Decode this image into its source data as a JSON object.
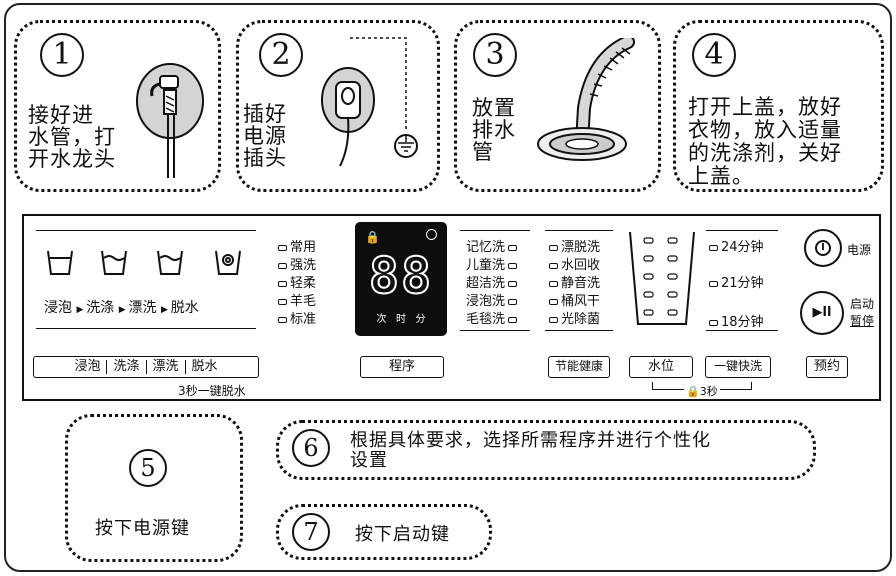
{
  "steps": [
    {
      "num": "1",
      "lines": [
        "接好进",
        "水管，打",
        "开水龙头"
      ]
    },
    {
      "num": "2",
      "lines": [
        "插好",
        "电源",
        "插头"
      ]
    },
    {
      "num": "3",
      "lines": [
        "放置",
        "排水",
        "管"
      ]
    },
    {
      "num": "4",
      "lines": [
        "打开上盖，放好",
        "衣物，放入适量",
        "的洗涤剂，关好",
        "上盖。"
      ]
    },
    {
      "num": "5",
      "text": "按下电源键"
    },
    {
      "num": "6",
      "lines": [
        "根据具体要求，选择所需程序并进行个性化",
        "设置"
      ]
    },
    {
      "num": "7",
      "text": "按下启动键"
    }
  ],
  "panel": {
    "stages": [
      "浸泡",
      "洗涤",
      "漂洗",
      "脱水"
    ],
    "options_left": [
      "常用",
      "强洗",
      "轻柔",
      "羊毛",
      "标准"
    ],
    "display_digits": "88",
    "display_labels": [
      "次",
      "时",
      "分"
    ],
    "options_mid": [
      "记忆洗",
      "儿童洗",
      "超洁洗",
      "浸泡洗",
      "毛毯洗"
    ],
    "options_right": [
      "漂脱洗",
      "水回收",
      "静音洗",
      "桶风干",
      "光除菌"
    ],
    "times": [
      "24分钟",
      "21分钟",
      "18分钟"
    ],
    "power_label": "电源",
    "start_label": "启动",
    "pause_label": "暂停",
    "stage_buttons": [
      "浸泡",
      "洗涤",
      "漂洗",
      "脱水"
    ],
    "spin_hint": "3秒一键脱水",
    "program_button": "程序",
    "eco_button": "节能健康",
    "water_button": "水位",
    "quick_button": "一键快洗",
    "reserve_button": "预约",
    "lock_hint": "3秒"
  }
}
